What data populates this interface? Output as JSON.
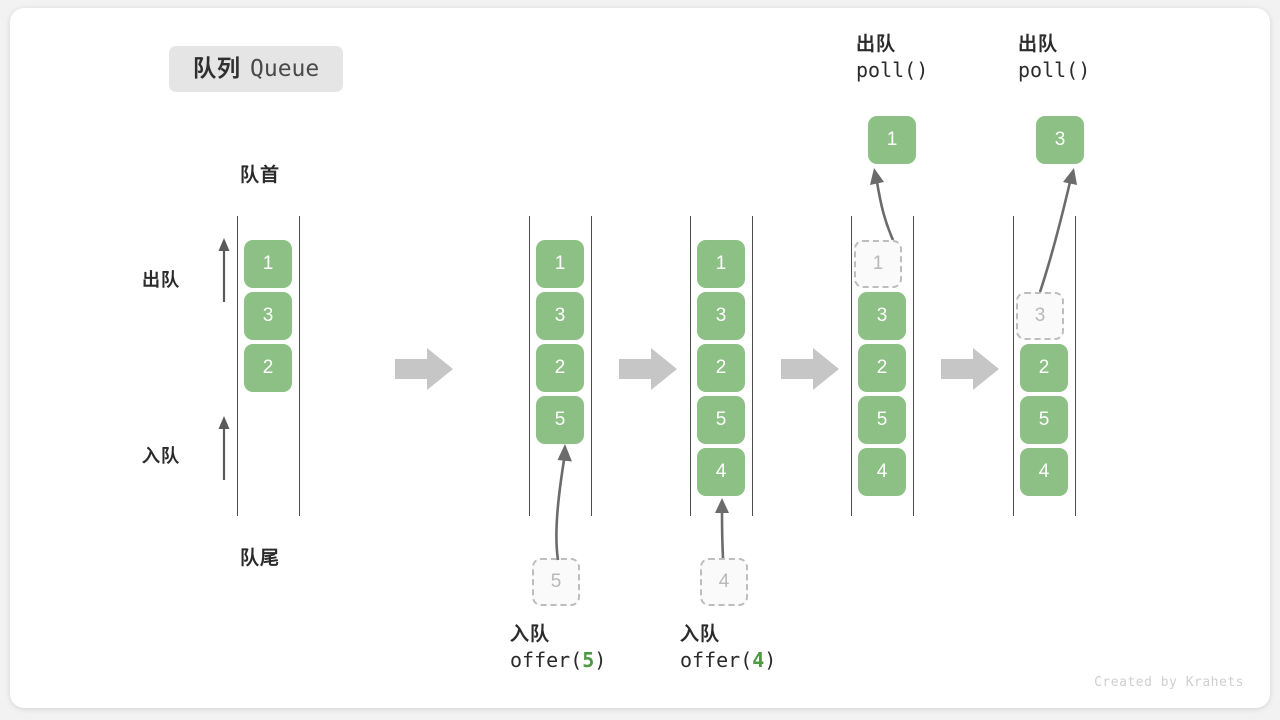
{
  "title": {
    "cn": "队列",
    "en": "Queue"
  },
  "captions": {
    "head": "队首",
    "tail": "队尾"
  },
  "side_labels": {
    "dequeue": "出队",
    "enqueue": "入队"
  },
  "colors": {
    "element": "#8cc084",
    "element_text": "#ffffff",
    "ghost_border": "#bdbdbd",
    "ghost_text": "#b8b8b8",
    "rail": "#4d4d4d",
    "step_arrow": "#c6c6c6",
    "accent_code": "#4d9a45",
    "badge_bg": "#e5e5e5",
    "card_bg": "#ffffff",
    "page_bg": "#f2f2f2"
  },
  "columns": [
    {
      "id": "col-initial",
      "items": [
        "1",
        "3",
        "2"
      ],
      "ghost_at_top": null,
      "empty_top_slots": 0,
      "incoming": null,
      "popped": null
    },
    {
      "id": "col-after-offer-5",
      "items": [
        "1",
        "3",
        "2",
        "5"
      ],
      "ghost_at_top": null,
      "empty_top_slots": 0,
      "incoming": "5",
      "popped": null
    },
    {
      "id": "col-after-offer-4",
      "items": [
        "1",
        "3",
        "2",
        "5",
        "4"
      ],
      "ghost_at_top": null,
      "empty_top_slots": 0,
      "incoming": "4",
      "popped": null
    },
    {
      "id": "col-after-poll-1",
      "items": [
        "3",
        "2",
        "5",
        "4"
      ],
      "ghost_at_top": "1",
      "empty_top_slots": 0,
      "incoming": null,
      "popped": "1"
    },
    {
      "id": "col-after-poll-3",
      "items": [
        "2",
        "5",
        "4"
      ],
      "ghost_at_top": "3",
      "empty_top_slots": 1,
      "incoming": null,
      "popped": "3"
    }
  ],
  "operations": [
    {
      "id": "op-offer-5",
      "cn": "入队",
      "fn": "offer(",
      "arg": "5",
      "close": ")"
    },
    {
      "id": "op-offer-4",
      "cn": "入队",
      "fn": "offer(",
      "arg": "4",
      "close": ")"
    },
    {
      "id": "op-poll-1",
      "cn": "出队",
      "fn": "poll()",
      "arg": "",
      "close": ""
    },
    {
      "id": "op-poll-2",
      "cn": "出队",
      "fn": "poll()",
      "arg": "",
      "close": ""
    }
  ],
  "popped_values": {
    "first": "1",
    "second": "3"
  },
  "watermark": "Created by Krahets"
}
